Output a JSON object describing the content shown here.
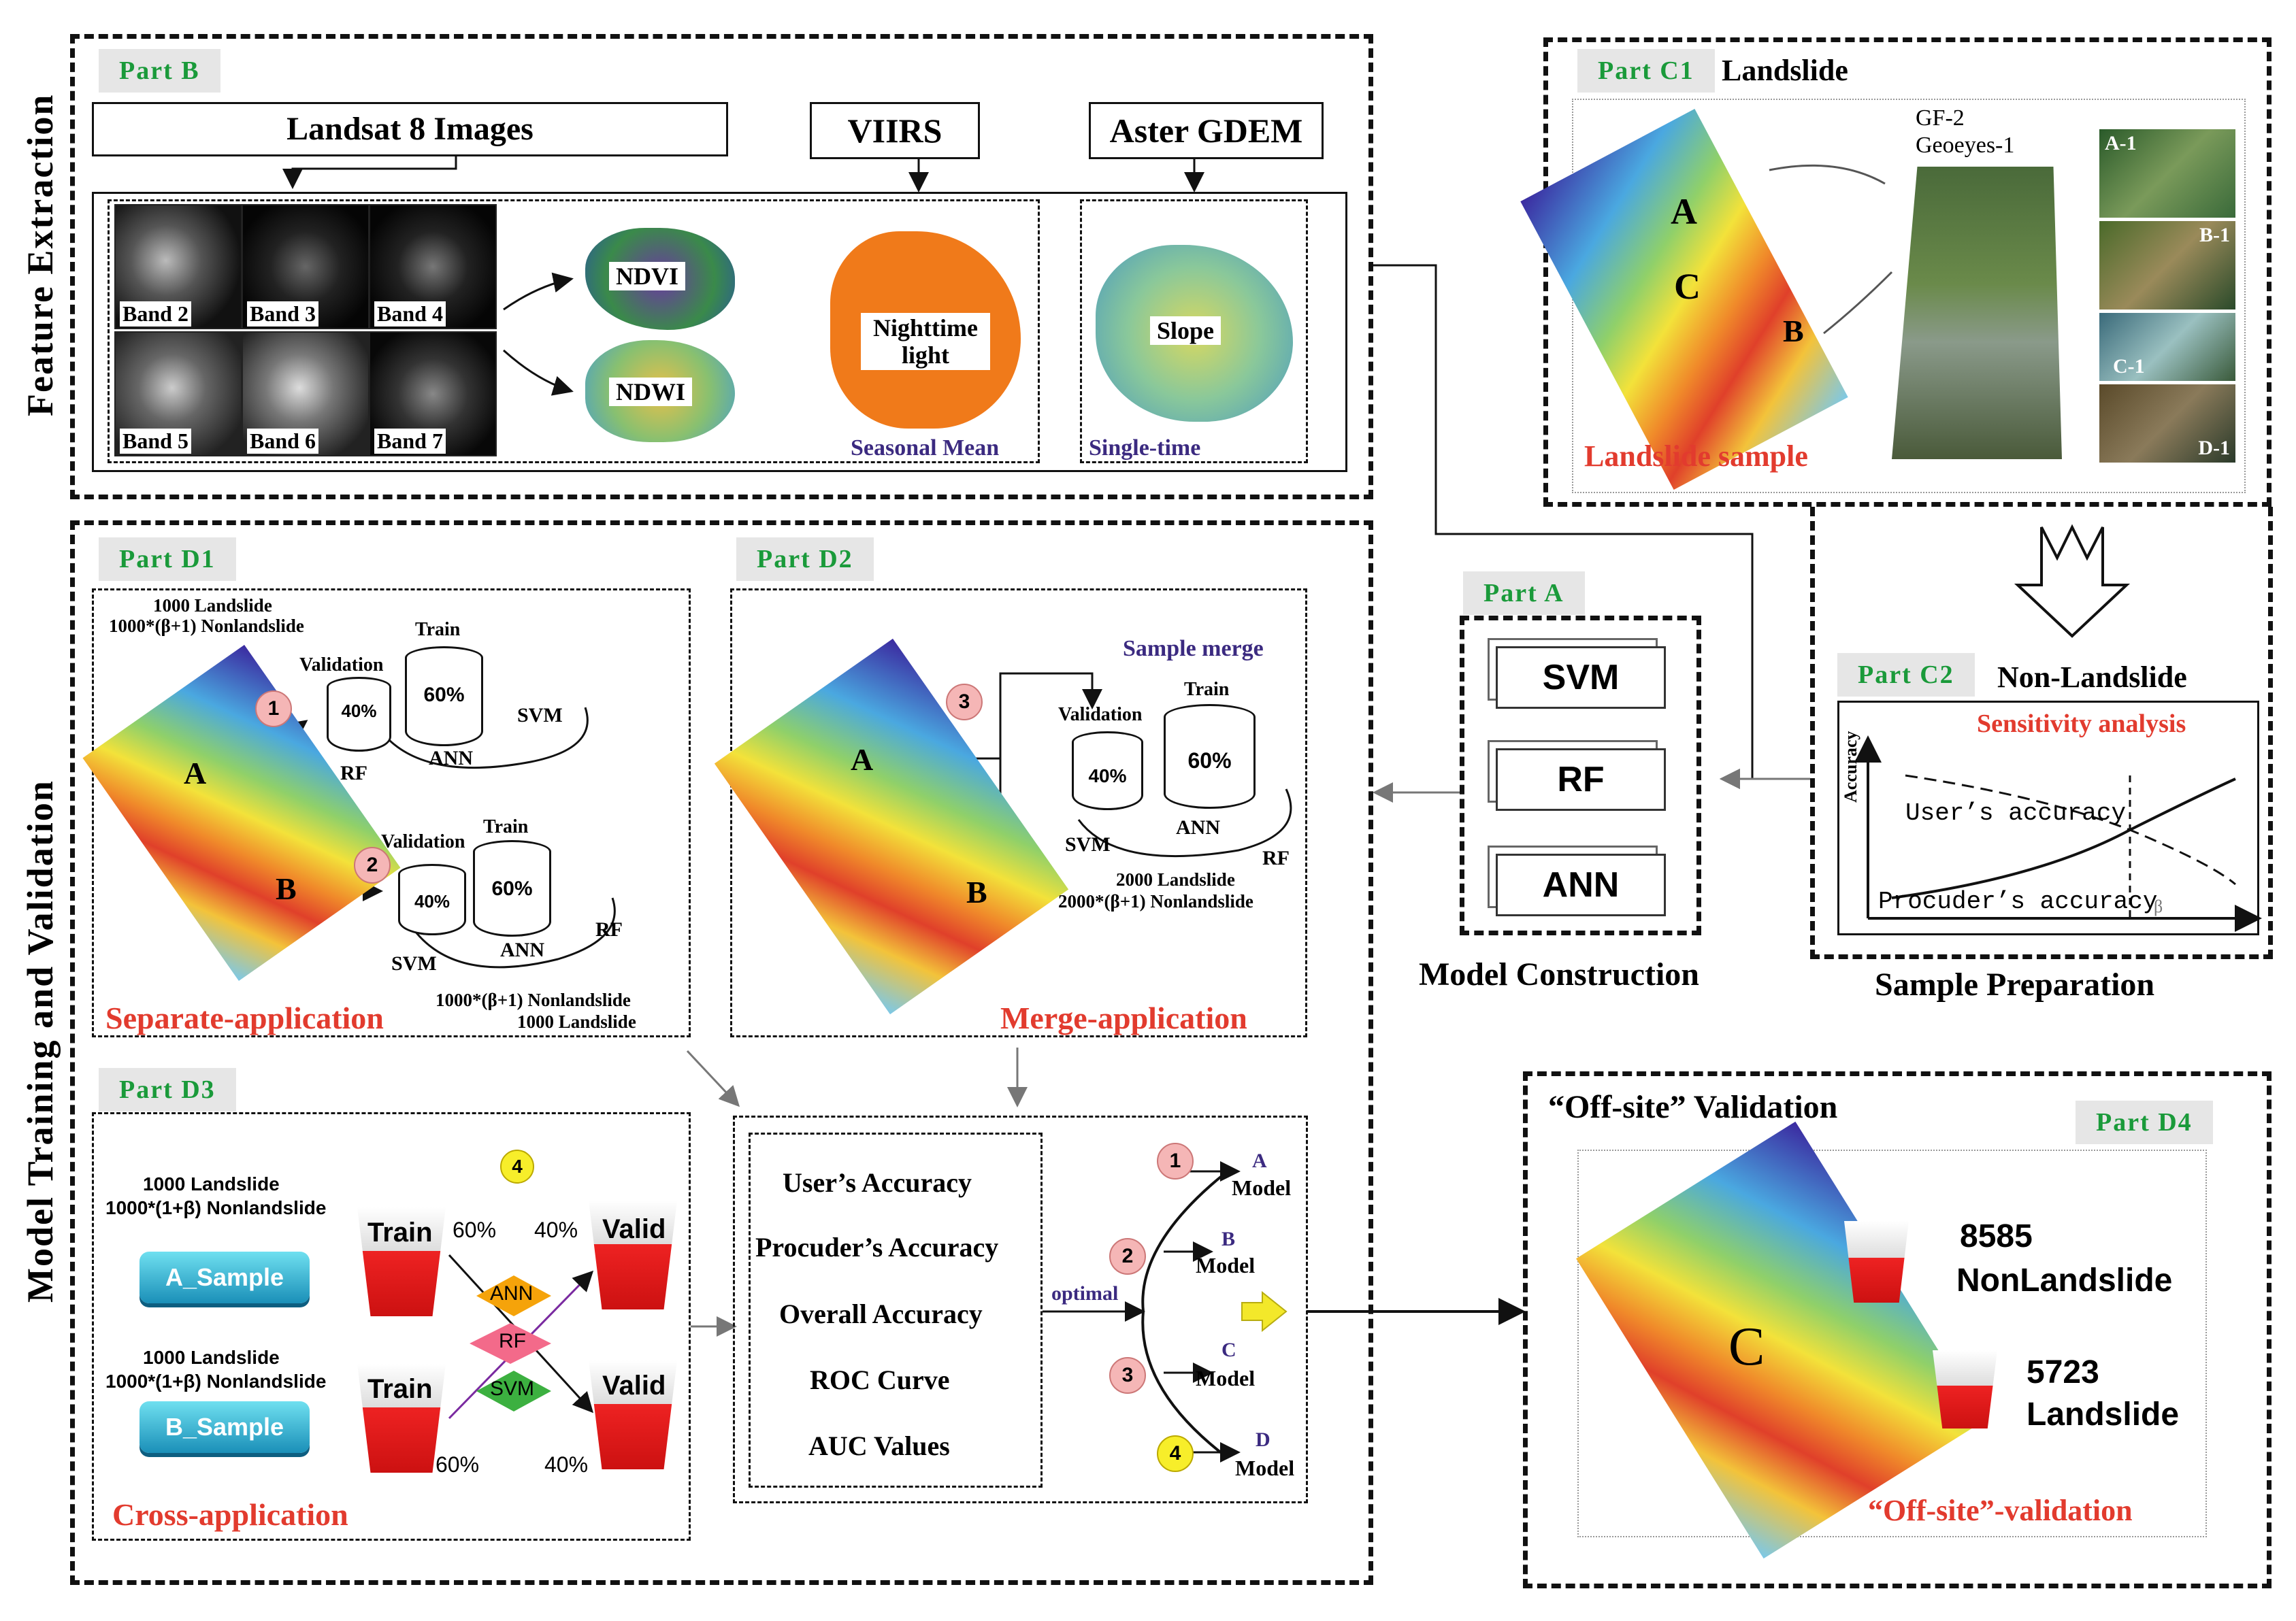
{
  "side_labels": {
    "feature_extraction": "Feature Extraction",
    "model_training": "Model Training and Validation"
  },
  "part_b": {
    "tag": "Part B",
    "landsat_label": "Landsat 8 Images",
    "viirs_label": "VIIRS",
    "aster_label": "Aster GDEM",
    "bands": [
      "Band 2",
      "Band 3",
      "Band 4",
      "Band 5",
      "Band 6",
      "Band 7"
    ],
    "ndvi": "NDVI",
    "ndwi": "NDWI",
    "nighttime": "Nighttime light",
    "seasonal": "Seasonal Mean",
    "slope": "Slope",
    "single_time": "Single-time"
  },
  "part_c1": {
    "tag": "Part C1",
    "title": "Landslide",
    "gf2": "GF-2",
    "geoeyes": "Geoeyes-1",
    "marker_a": "A",
    "marker_b": "B",
    "marker_c": "C",
    "photo_labels": [
      "A-1",
      "B-1",
      "C-1",
      "D-1"
    ],
    "sample_label": "Landslide sample"
  },
  "part_c2": {
    "tag": "Part C2",
    "title": "Non-Landslide",
    "sensitivity": "Sensitivity analysis",
    "users_accuracy": "User’s accuracy",
    "producers_accuracy": "Procuder’s accuracy",
    "y_axis": "Accuracy",
    "x_axis": "β",
    "caption": "Sample Preparation"
  },
  "part_a": {
    "tag": "Part A",
    "models": [
      "SVM",
      "RF",
      "ANN"
    ],
    "caption": "Model Construction"
  },
  "part_d1": {
    "tag": "Part D1",
    "counts_top": [
      "1000 Landslide",
      "1000*(β+1) Nonlandslide"
    ],
    "counts_bottom": [
      "1000*(β+1) Nonlandslide",
      "1000 Landslide"
    ],
    "train": "Train",
    "validation": "Validation",
    "pct40": "40%",
    "pct60": "60%",
    "svm": "SVM",
    "rf": "RF",
    "ann": "ANN",
    "marker_a": "A",
    "marker_b": "B",
    "num1": "1",
    "num2": "2",
    "footer": "Separate-application"
  },
  "part_d2": {
    "tag": "Part D2",
    "sample_merge": "Sample merge",
    "train": "Train",
    "validation": "Validation",
    "pct40": "40%",
    "pct60": "60%",
    "svm": "SVM",
    "ann": "ANN",
    "rf": "RF",
    "counts": [
      "2000 Landslide",
      "2000*(β+1) Nonlandslide"
    ],
    "marker_a": "A",
    "marker_b": "B",
    "num3": "3",
    "footer": "Merge-application"
  },
  "part_d3": {
    "tag": "Part D3",
    "num4": "4",
    "counts_a": [
      "1000  Landslide",
      "1000*(1+β) Nonlandslide"
    ],
    "counts_b": [
      "1000  Landslide",
      "1000*(1+β) Nonlandslide"
    ],
    "a_sample": "A_Sample",
    "b_sample": "B_Sample",
    "train": "Train",
    "valid": "Valid",
    "pct60": "60%",
    "pct40": "40%",
    "ann": "ANN",
    "rf": "RF",
    "svm": "SVM",
    "footer": "Cross-application"
  },
  "metrics": {
    "items": [
      "User’s Accuracy",
      "Procuder’s Accuracy",
      "Overall Accuracy",
      "ROC Curve",
      "AUC Values"
    ],
    "optimal": "optimal",
    "models": [
      {
        "num": "1",
        "letter": "A",
        "word": "Model"
      },
      {
        "num": "2",
        "letter": "B",
        "word": "Model"
      },
      {
        "num": "3",
        "letter": "C",
        "word": "Model"
      },
      {
        "num": "4",
        "letter": "D",
        "word": "Model"
      }
    ]
  },
  "part_d4": {
    "tag": "Part D4",
    "title": "“Off-site” Validation",
    "marker_c": "C",
    "nonlandslide_count": "8585",
    "nonlandslide_label": "NonLandslide",
    "landslide_count": "5723",
    "landslide_label": "Landslide",
    "footer": "“Off-site”-validation"
  }
}
